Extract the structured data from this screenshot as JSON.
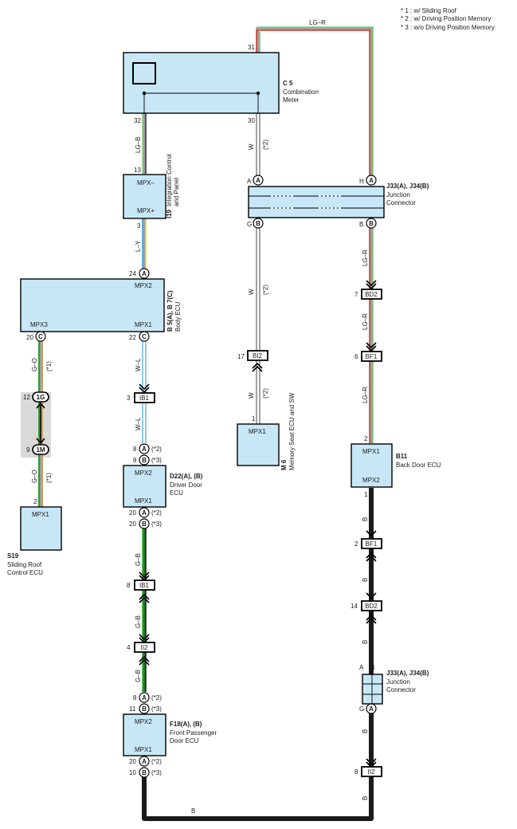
{
  "legend": {
    "note1": "* 1 : w/ Sliding Roof",
    "note2": "* 2 : w/ Driving Position Memory",
    "note3": "* 3 : w/o Driving Position Memory"
  },
  "components": {
    "c5": {
      "code": "C 5",
      "name1": "Combination",
      "name2": "Meter"
    },
    "i19": {
      "code": "I19",
      "name1": "Integration Control",
      "name2": "and Panel",
      "pin_top": "MPX–",
      "pin_bottom": "MPX+"
    },
    "j33_top": {
      "code": "J33(A), J34(B)",
      "name1": "Junction",
      "name2": "Connector"
    },
    "body_ecu": {
      "code": "B 5(A), B 7(C)",
      "name1": "Body ECU",
      "pin_mpx2": "MPX2",
      "pin_mpx3": "MPX3",
      "pin_mpx1": "MPX1"
    },
    "m6": {
      "code": "M 6",
      "name1": "Memory Seat ECU and SW",
      "pin": "MPX1"
    },
    "b11": {
      "code": "B11",
      "name1": "Back Door ECU",
      "pin_top": "MPX1",
      "pin_bottom": "MPX2"
    },
    "s19": {
      "code": "S19",
      "name1": "Sliding Roof",
      "name2": "Control ECU",
      "pin": "MPX1"
    },
    "d22": {
      "code": "D22(A), (B)",
      "name1": "Driver Door",
      "name2": "ECU",
      "pin_top": "MPX2",
      "pin_bottom": "MPX1"
    },
    "j33_bottom": {
      "code": "J33(A), J34(B)",
      "name1": "Junction",
      "name2": "Connector"
    },
    "f18": {
      "code": "F18(A), (B)",
      "name1": "Front Passenger",
      "name2": "Door ECU",
      "pin_top": "MPX2",
      "pin_bottom": "MPX1"
    }
  },
  "wires": {
    "lg_r": "LG–R",
    "lg_b": "LG–B",
    "w": "W",
    "l_y": "L–Y",
    "g_o": "G–O",
    "w_l": "W–L",
    "g_b": "G–B",
    "b": "B",
    "star1": "(*1)",
    "star2": "(*2)"
  },
  "connectors": {
    "bd2": "BD2",
    "bf1": "BF1",
    "bi2": "BI2",
    "ib1": "IB1",
    "ii2": "II2",
    "g1": "1G",
    "m1": "1M"
  },
  "pins": {
    "p31": "31",
    "p32": "32",
    "p30": "30",
    "p13": "13",
    "p3": "3",
    "p24": "24",
    "p20": "20",
    "p22": "22",
    "p12": "12",
    "p9": "9",
    "p2": "2",
    "p17": "17",
    "p1": "1",
    "p7": "7",
    "p6": "6",
    "p14": "14",
    "p8": "8",
    "p11": "11",
    "p4": "4",
    "p10": "10"
  },
  "terms": {
    "A": "A",
    "B": "B",
    "C": "C",
    "G": "G",
    "H": "H",
    "star2": "(*2)",
    "star3": "(*3)"
  }
}
